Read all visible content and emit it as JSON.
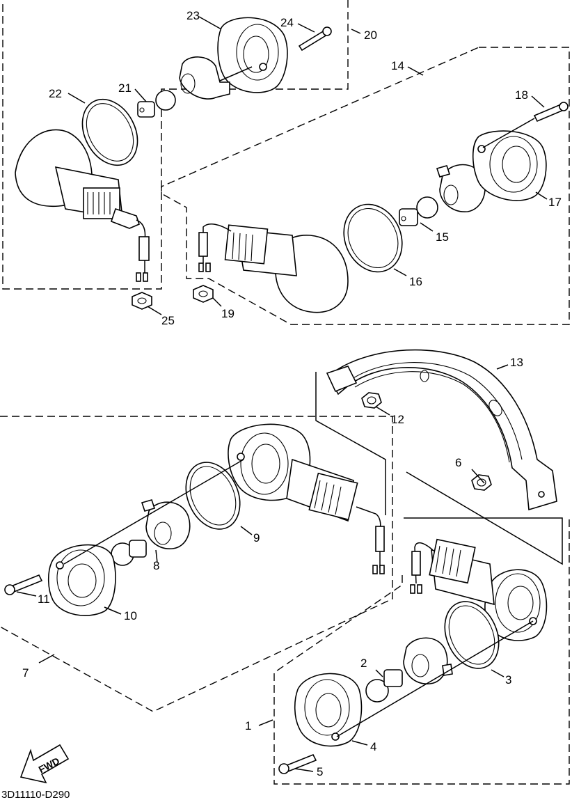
{
  "diagram": {
    "drawing_code": "3D11110-D290",
    "direction_label": "FWD",
    "callouts": [
      "1",
      "2",
      "3",
      "4",
      "5",
      "6",
      "7",
      "8",
      "9",
      "10",
      "11",
      "12",
      "13",
      "14",
      "15",
      "16",
      "17",
      "18",
      "19",
      "20",
      "21",
      "22",
      "23",
      "24",
      "25"
    ]
  }
}
